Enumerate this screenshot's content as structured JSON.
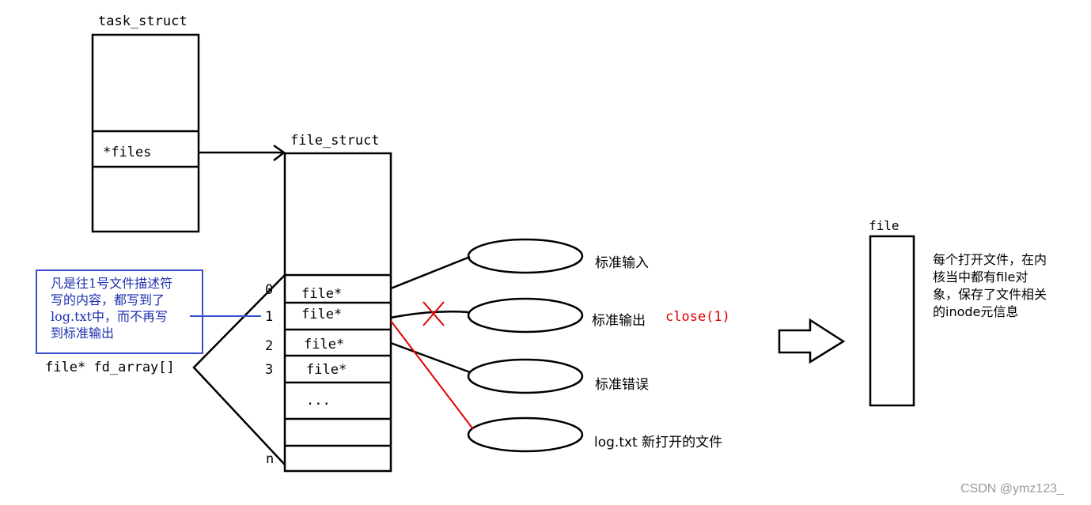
{
  "task_struct": {
    "title": "task_struct",
    "files_field": "*files"
  },
  "file_struct": {
    "title": "file_struct",
    "indices": [
      "0",
      "1",
      "2",
      "3",
      "n"
    ],
    "slots": [
      "file*",
      "file*",
      "file*",
      "file*",
      "..."
    ]
  },
  "fd_array_label": "file* fd_array[]",
  "targets": {
    "stdin": "标准输入",
    "stdout": "标准输出",
    "close_call": "close(1)",
    "stderr": "标准错误",
    "log": "log.txt 新打开的文件"
  },
  "note_lines": [
    "凡是往1号文件描述符",
    "写的内容，都写到了",
    "log.txt中，而不再写",
    "到标准输出"
  ],
  "file_box": {
    "title": "file",
    "desc_lines": [
      "每个打开文件，在内",
      "核当中都有file对",
      "象，保存了文件相关",
      "的inode元信息"
    ]
  },
  "watermark": "CSDN @ymz123_",
  "colors": {
    "stroke": "#000000",
    "redirect": "#e00000",
    "note": "#1f2fb0",
    "watermark": "#9a9a9a"
  }
}
